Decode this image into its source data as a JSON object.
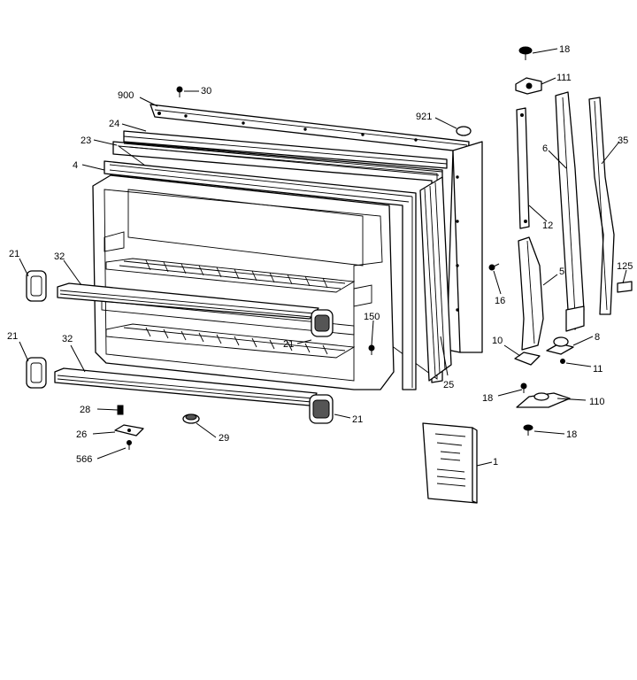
{
  "callouts": {
    "c18a": "18",
    "c111": "111",
    "c900": "900",
    "c30": "30",
    "c921": "921",
    "c24": "24",
    "c23": "23",
    "c6": "6",
    "c35": "35",
    "c4": "4",
    "c12": "12",
    "c21a": "21",
    "c32a": "32",
    "c125": "125",
    "c5": "5",
    "c16": "16",
    "c150": "150",
    "c21b": "21",
    "c21c": "21",
    "c32b": "32",
    "c10": "10",
    "c8": "8",
    "c11": "11",
    "c25": "25",
    "c18b": "18",
    "c110": "110",
    "c28": "28",
    "c21d": "21",
    "c26": "26",
    "c29": "29",
    "c18c": "18",
    "c566": "566",
    "c1": "1"
  }
}
